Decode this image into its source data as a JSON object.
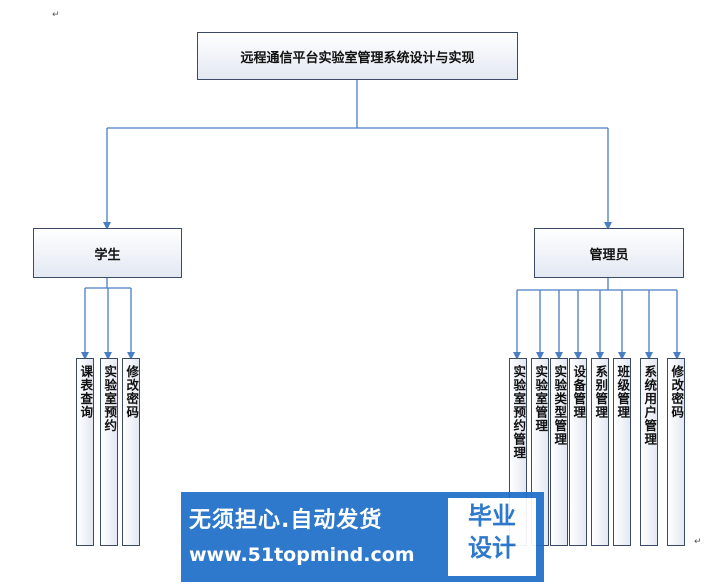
{
  "diagram": {
    "root": "远程通信平台实验室管理系统设计与实现",
    "student": {
      "label": "学生",
      "children": [
        "课表查询",
        "实验室预约",
        "修改密码"
      ]
    },
    "admin": {
      "label": "管理员",
      "children": [
        "实验室预约管理",
        "实验室管理",
        "实验类型管理",
        "设备管理",
        "系别管理",
        "班级管理",
        "系统用户管理",
        "修改密码"
      ]
    }
  },
  "marks": {
    "top": "↵",
    "bottom": "↵"
  },
  "watermark": {
    "line1": "无须担心.自动发货",
    "line2": "www.51topmind.com",
    "badge1": "毕业",
    "badge2": "设计"
  },
  "colors": {
    "connector": "#4a7ec2",
    "box_border": "#3d4a66",
    "watermark_bg": "#1f6fc9"
  }
}
